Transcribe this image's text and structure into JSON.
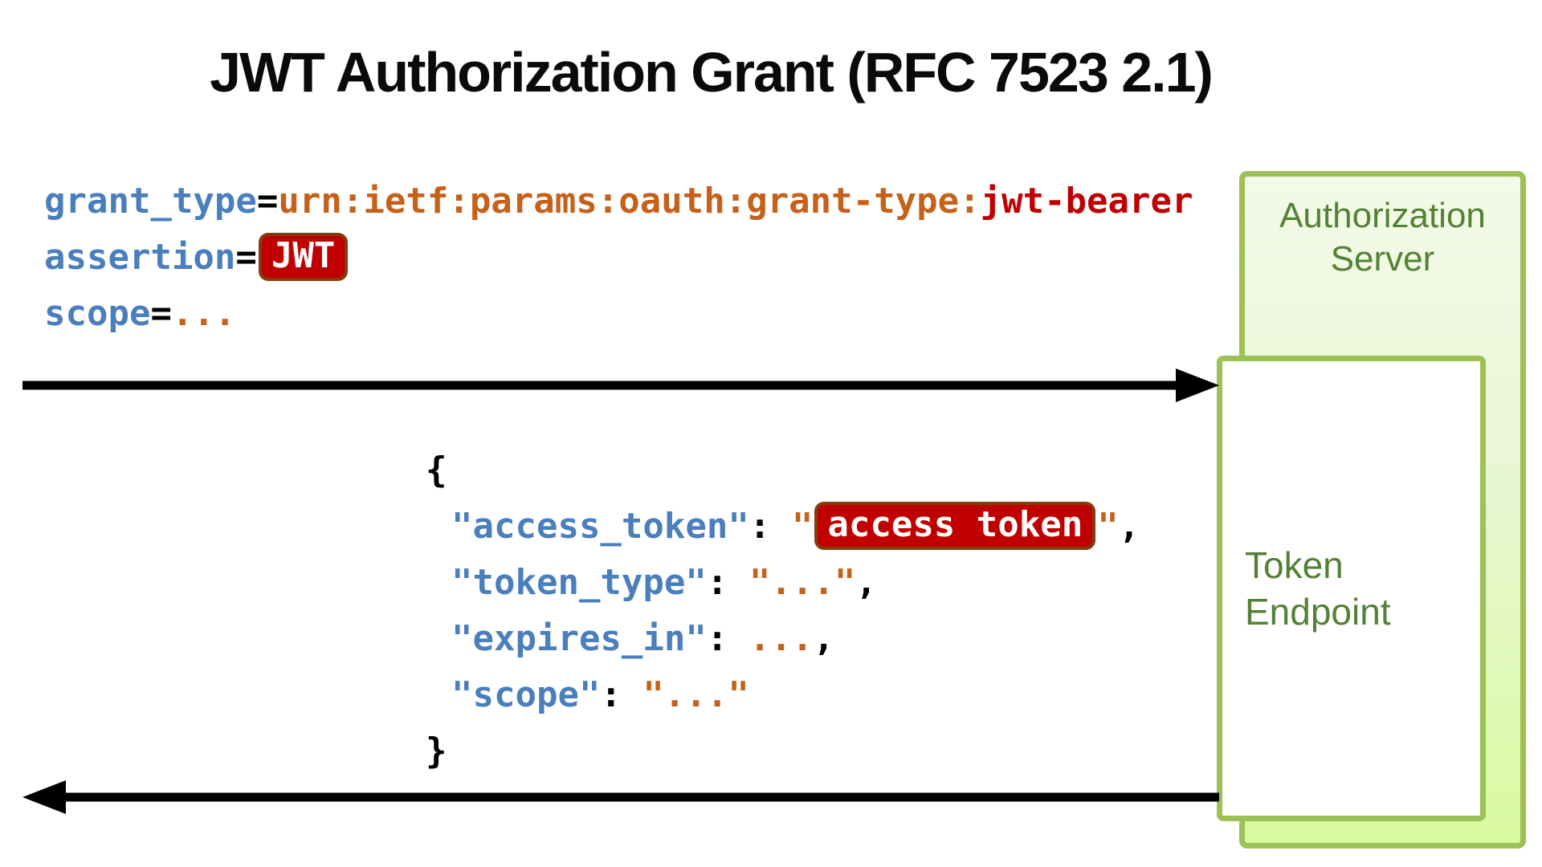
{
  "title": "JWT Authorization Grant (RFC 7523 2.1)",
  "request": {
    "grant_type": {
      "key": "grant_type",
      "equals": "=",
      "value_urn": "urn:ietf:params:oauth:grant-type:",
      "value_type": "jwt-bearer"
    },
    "assertion": {
      "key": "assertion",
      "equals": "=",
      "badge": "JWT"
    },
    "scope": {
      "key": "scope",
      "equals": "=",
      "value": "..."
    }
  },
  "response": {
    "open_brace": "{",
    "close_brace": "}",
    "access_token": {
      "key": "\"access_token\"",
      "colon": ": ",
      "open_quote": "\"",
      "badge": "access token",
      "close_quote": "\"",
      "comma": ","
    },
    "token_type": {
      "key": "\"token_type\"",
      "colon": ": ",
      "value": "\"...\"",
      "comma": ","
    },
    "expires_in": {
      "key": "\"expires_in\"",
      "colon": ": ",
      "value": "...",
      "comma": ","
    },
    "scope": {
      "key": "\"scope\"",
      "colon": ": ",
      "value": "\"...\""
    }
  },
  "server": {
    "name_line1": "Authorization",
    "name_line2": "Server"
  },
  "endpoint": {
    "name_line1": "Token",
    "name_line2": "Endpoint"
  },
  "colors": {
    "param_key_blue": "#4a7ebc",
    "value_orange": "#c5611a",
    "value_dark_red": "#c00000",
    "badge_fill_red": "#c00000",
    "badge_border_brown": "#843c0b",
    "green_text": "#538135",
    "green_border": "#9cc155",
    "box_fill_light_green": "#d9fba1",
    "arrow_black": "#000000"
  }
}
